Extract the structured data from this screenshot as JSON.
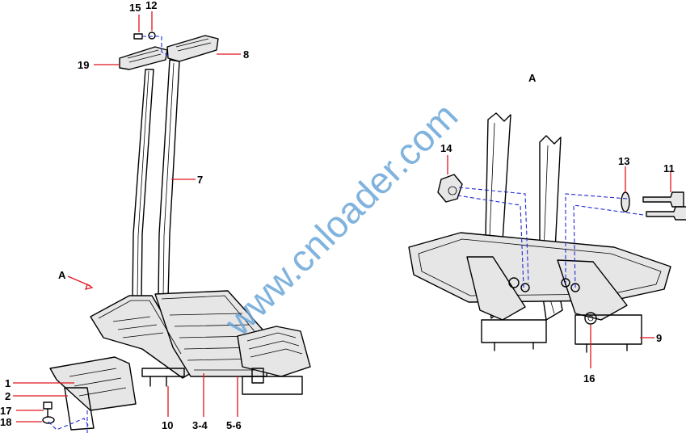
{
  "callouts": {
    "c15": "15",
    "c12": "12",
    "c8": "8",
    "c19": "19",
    "c7": "7",
    "cA_left": "A",
    "c1": "1",
    "c2": "2",
    "c17": "17",
    "c18": "18",
    "c10": "10",
    "c3_4": "3-4",
    "c5_6": "5-6",
    "cA_right": "A",
    "c14": "14",
    "c13": "13",
    "c11": "11",
    "c9": "9",
    "c16": "16"
  },
  "watermark": "www.cnloader.com",
  "colors": {
    "leader": "#e0141e",
    "hidden_line": "#1f2bd6",
    "watermark": "#6aa6d8"
  }
}
